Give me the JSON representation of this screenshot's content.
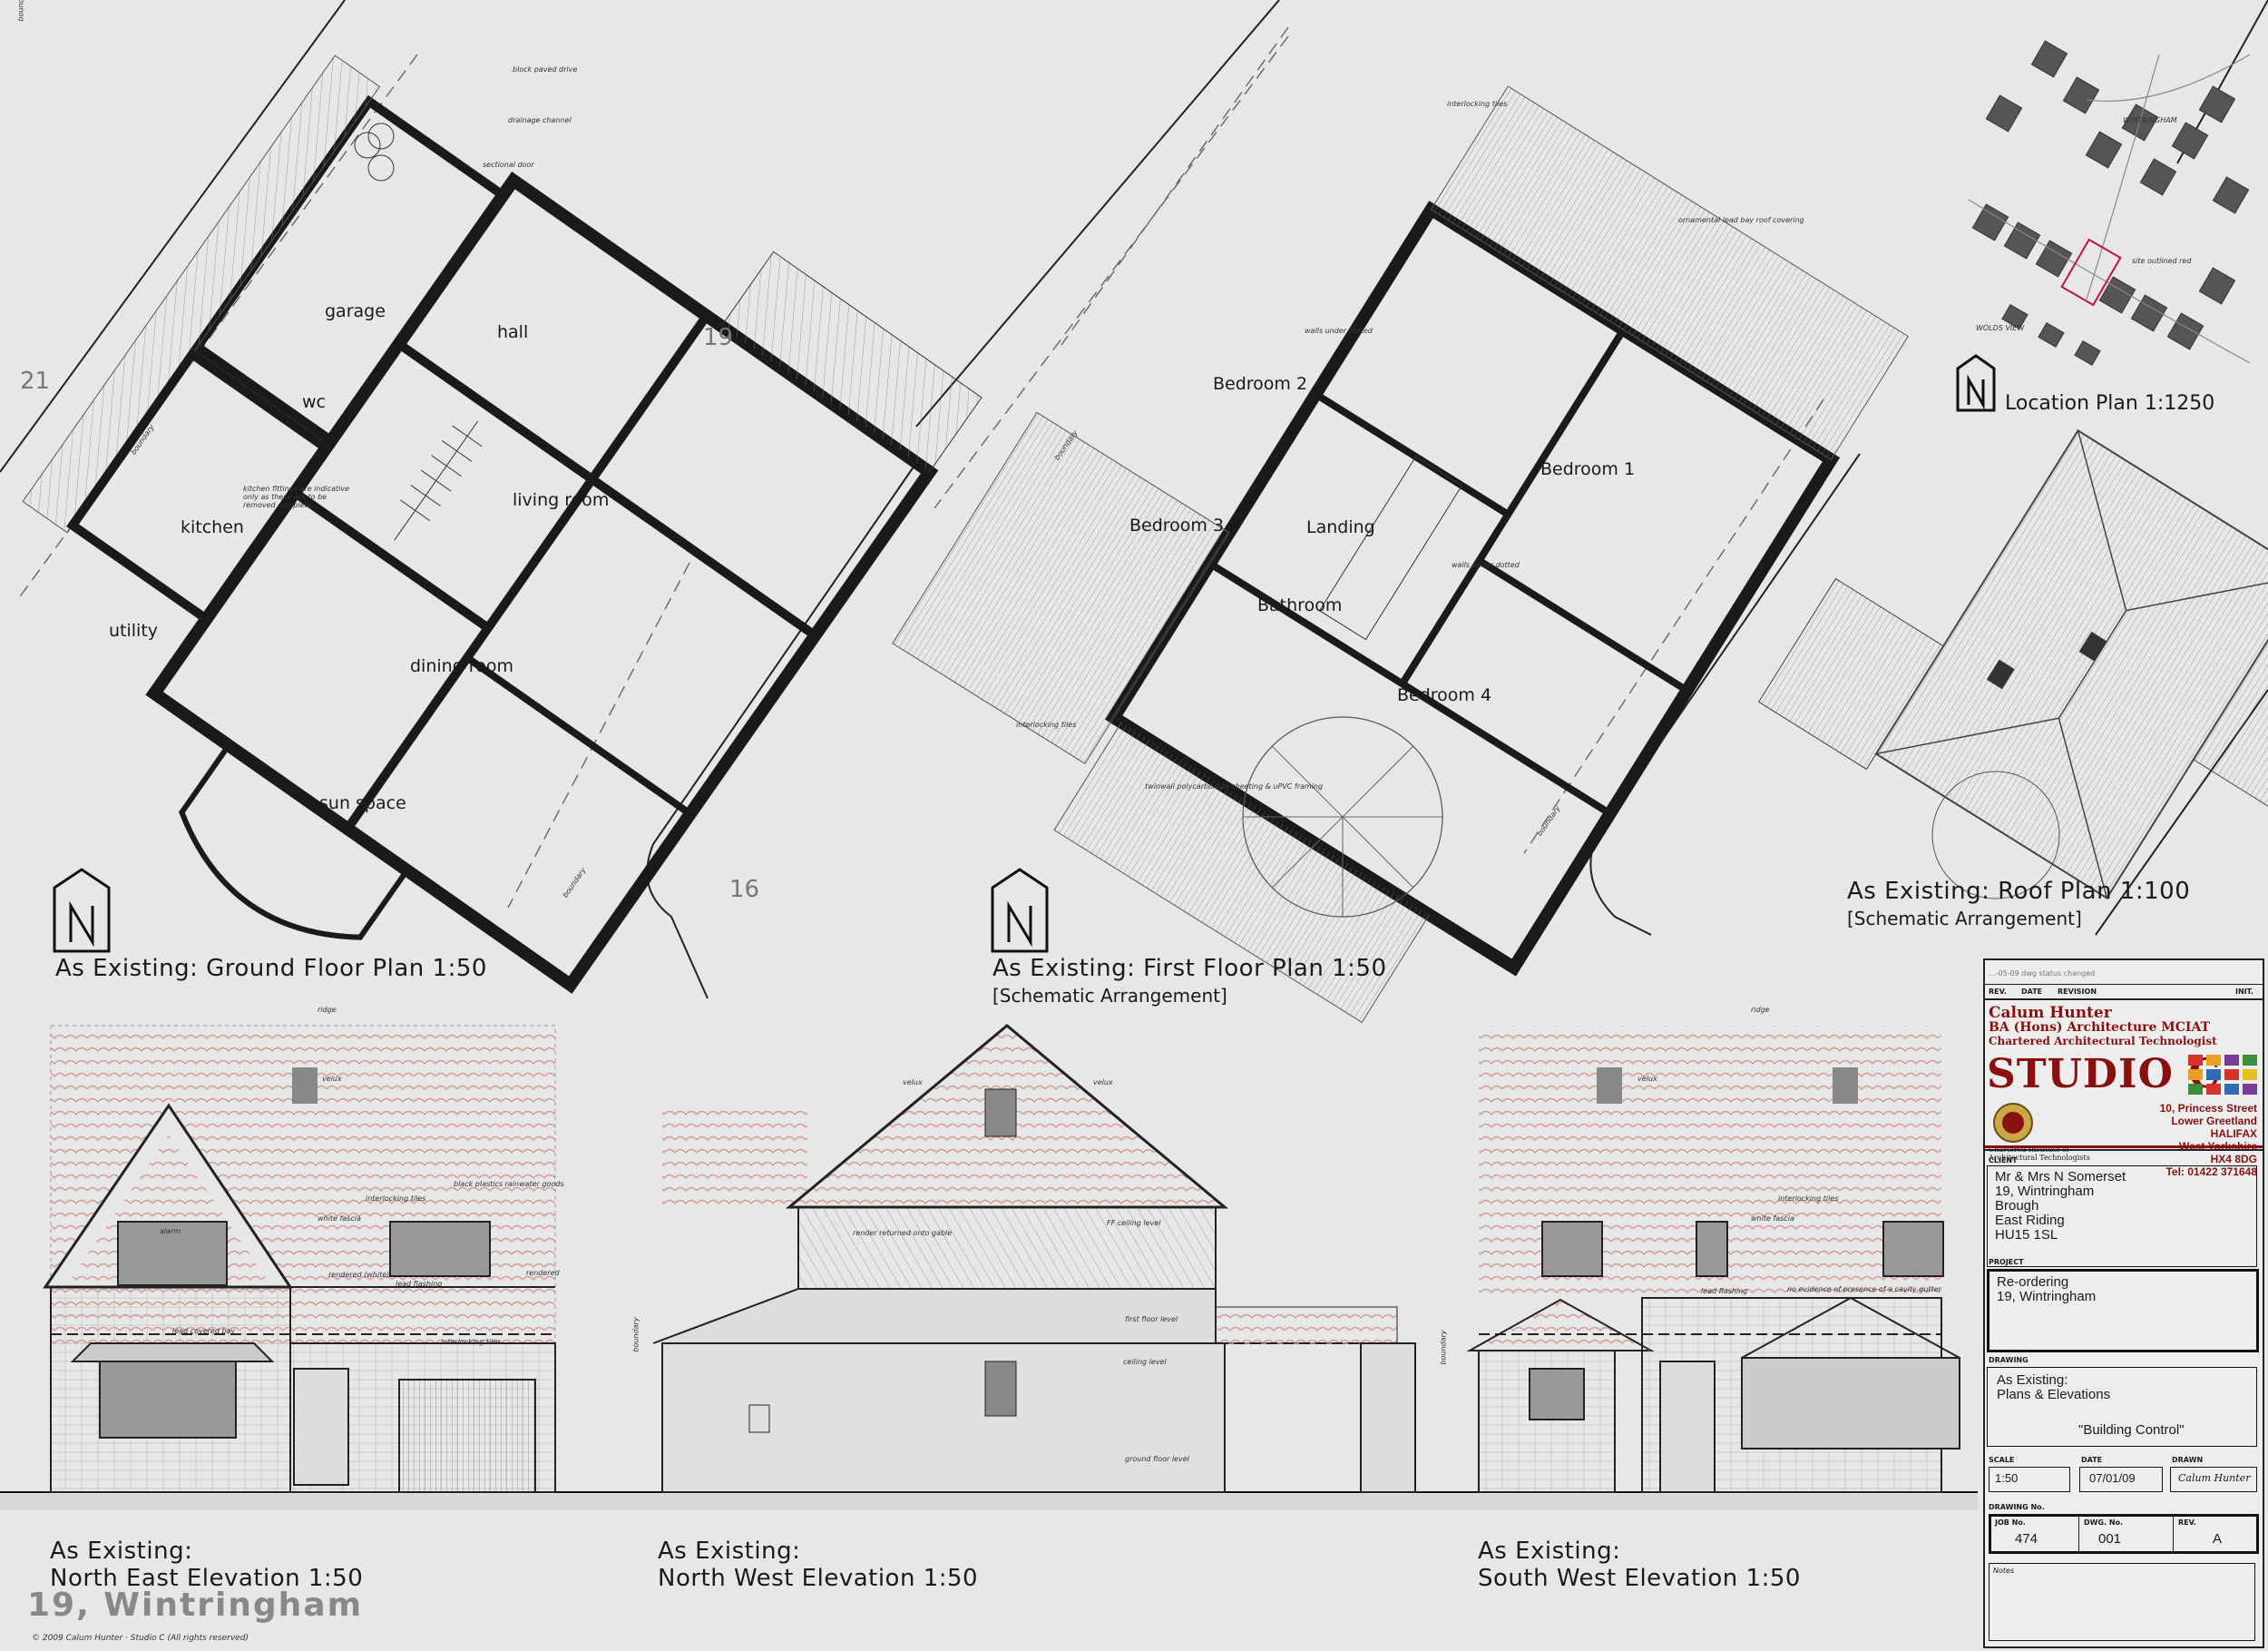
{
  "plans": {
    "ground": {
      "title": "As Existing: Ground Floor Plan 1:50"
    },
    "first": {
      "title": "As Existing: First Floor Plan 1:50",
      "subtitle": "[Schematic Arrangement]"
    },
    "roof": {
      "title": "As Existing: Roof Plan 1:100",
      "subtitle": "[Schematic Arrangement]"
    },
    "location": {
      "title": "Location Plan 1:1250"
    }
  },
  "house_numbers": [
    "21",
    "19",
    "16"
  ],
  "rooms_ground": [
    "garage",
    "hall",
    "wc",
    "kitchen",
    "living room",
    "utility",
    "dining room",
    "sun space"
  ],
  "rooms_first": [
    "Bedroom 2",
    "Bedroom 1",
    "Bedroom 3",
    "Landing",
    "Bathroom",
    "Bedroom 4"
  ],
  "notes": {
    "block_paved_drive": "block paved drive",
    "drainage_channel": "drainage channel",
    "sectional_door": "sectional door",
    "interlocking_tiles": "interlocking tiles",
    "boundary": "boundary",
    "ridge": "ridge",
    "velux": "velux",
    "walls_under_dotted": "walls under dotted",
    "site_outlined": "site outlined red",
    "wolds_view": "WOLDS VIEW",
    "wintringham": "WINTRINGHAM",
    "kitchen_fittings": "kitchen fittings are indicative only as these are to be removed complete",
    "twinwall": "twinwall polycarbonate sheeting & uPVC framing",
    "ff_ceiling": "FF ceiling level",
    "first_floor": "first floor level",
    "ceiling": "ceiling level",
    "ground_floor": "ground floor level",
    "render_returned": "render returned onto gable",
    "lead_flashing": "lead flashing",
    "no_evidence": "no evidence of presence of a cavity gutter",
    "alarm": "alarm",
    "white_fascia": "white fascia",
    "rendered_white": "rendered (white)",
    "lead_covered_bay": "lead covered bay",
    "rendered": "rendered",
    "block_plastics": "black plastics rainwater goods",
    "ornamental_lead": "ornamental lead bay roof covering"
  },
  "elevations": {
    "ne": {
      "line1": "As Existing:",
      "line2": "North East Elevation 1:50"
    },
    "nw": {
      "line1": "As Existing:",
      "line2": "North West Elevation 1:50"
    },
    "sw": {
      "line1": "As Existing:",
      "line2": "South West Elevation 1:50"
    }
  },
  "footer": {
    "address": "19, Wintringham",
    "copyright": "© 2009 Calum Hunter · Studio C  (All rights reserved)"
  },
  "titleblock": {
    "rev_headers": [
      "REV.",
      "DATE",
      "REVISION",
      "INIT."
    ],
    "rev_row": "...-05-09  dwg status changed",
    "designer_name": "Calum Hunter",
    "designer_qual": "BA (Hons) Architecture MCIAT",
    "designer_role": "Chartered Architectural Technologist",
    "studio": "STUDIO C",
    "ciat": "Chartered Institute of Architectural Technologists",
    "address_lines": [
      "10, Princess Street",
      "Lower Greetland",
      "HALIFAX",
      "West Yorkshire",
      "HX4 8DG",
      "Tel: 01422 371648"
    ],
    "client_label": "CLIENT",
    "client_lines": [
      "Mr & Mrs N Somerset",
      "19, Wintringham",
      "Brough",
      "East Riding",
      "HU15 1SL"
    ],
    "project_label": "PROJECT",
    "project_lines": [
      "Re-ordering",
      "19, Wintringham"
    ],
    "drawing_label": "DRAWING",
    "drawing_lines": [
      "As Existing:",
      "Plans & Elevations"
    ],
    "drawing_status": "\"Building Control\"",
    "scale_label": "SCALE",
    "scale": "1:50",
    "date_label": "DATE",
    "date": "07/01/09",
    "drawn_label": "DRAWN",
    "drawn": "Calum Hunter",
    "drawing_no_label": "DRAWING No.",
    "job_label": "JOB No.",
    "job": "474",
    "dwg_label": "DWG. No.",
    "dwg": "001",
    "rev_label": "REV.",
    "rev": "A",
    "notes_label": "Notes"
  },
  "colors": {
    "background": "#e8e7e7",
    "brand_red": "#8a1010",
    "site_outline": "#c0143c",
    "roof_tile": "#d9a3a3"
  }
}
